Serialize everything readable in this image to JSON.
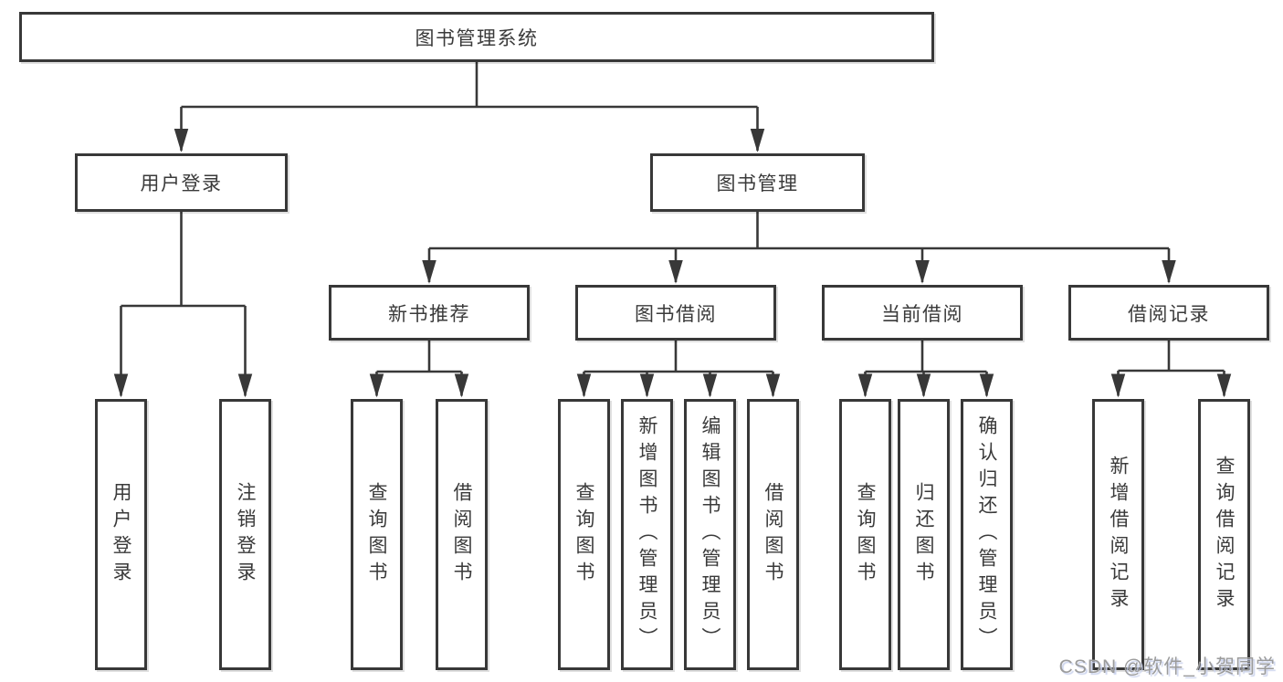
{
  "tree": {
    "root": "图书管理系统",
    "branches": [
      {
        "label": "用户登录",
        "children": [
          "用户登录",
          "注销登录"
        ]
      },
      {
        "label": "图书管理",
        "sections": [
          {
            "label": "新书推荐",
            "children": [
              "查询图书",
              "借阅图书"
            ]
          },
          {
            "label": "图书借阅",
            "children": [
              "查询图书",
              "新增图书（管理员）",
              "编辑图书（管理员）",
              "借阅图书"
            ]
          },
          {
            "label": "当前借阅",
            "children": [
              "查询图书",
              "归还图书",
              "确认归还（管理员）"
            ]
          },
          {
            "label": "借阅记录",
            "children": [
              "新增借阅记录",
              "查询借阅记录"
            ]
          }
        ]
      }
    ]
  },
  "watermark": "CSDN @软件_小贺同学",
  "colors": {
    "line": "#383838",
    "text": "#3a3a3a",
    "watermark_gray": "#9b9b9b",
    "watermark_shadow": "#ccd4ee",
    "background": "#ffffff"
  }
}
